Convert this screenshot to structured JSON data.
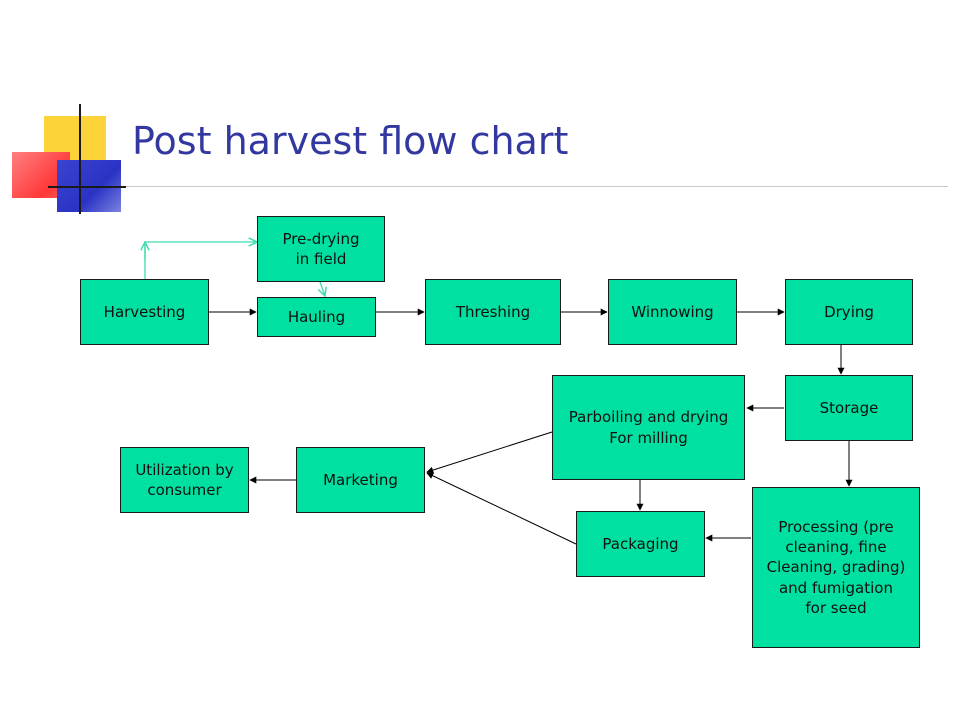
{
  "title": "Post harvest flow chart",
  "colors": {
    "box_fill": "#00e0a0",
    "title": "#3338a0",
    "arrow": "#000000",
    "alt_arrow": "#3ddcb0"
  },
  "boxes": {
    "harvesting": "Harvesting",
    "pre_drying": "Pre-drying\nin field",
    "hauling": "Hauling",
    "threshing": "Threshing",
    "winnowing": "Winnowing",
    "drying": "Drying",
    "storage": "Storage",
    "parboiling": "Parboiling and drying\nFor milling",
    "processing": "Processing (pre\ncleaning, fine\nCleaning, grading)\nand fumigation\nfor seed",
    "packaging": "Packaging",
    "marketing": "Marketing",
    "utilization": "Utilization by\nconsumer"
  },
  "edges": [
    {
      "from": "Harvesting",
      "to": "Hauling"
    },
    {
      "from": "Harvesting",
      "to": "Pre-drying in field"
    },
    {
      "from": "Pre-drying in field",
      "to": "Hauling"
    },
    {
      "from": "Hauling",
      "to": "Threshing"
    },
    {
      "from": "Threshing",
      "to": "Winnowing"
    },
    {
      "from": "Winnowing",
      "to": "Drying"
    },
    {
      "from": "Drying",
      "to": "Storage"
    },
    {
      "from": "Storage",
      "to": "Parboiling and drying For milling"
    },
    {
      "from": "Storage",
      "to": "Processing"
    },
    {
      "from": "Parboiling and drying For milling",
      "to": "Packaging"
    },
    {
      "from": "Processing",
      "to": "Packaging"
    },
    {
      "from": "Parboiling and drying For milling",
      "to": "Marketing"
    },
    {
      "from": "Packaging",
      "to": "Marketing"
    },
    {
      "from": "Marketing",
      "to": "Utilization by consumer"
    }
  ]
}
